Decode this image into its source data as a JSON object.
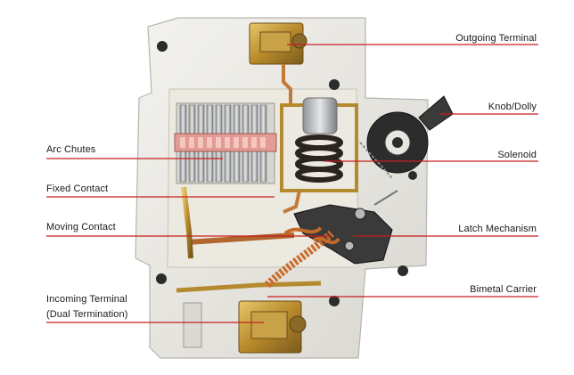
{
  "diagram": {
    "subject": "miniature circuit breaker cutaway",
    "accent_line_color": "#c81e1e",
    "labels": {
      "outgoing_terminal": "Outgoing Terminal",
      "knob_dolly": "Knob/Dolly",
      "arc_chutes": "Arc Chutes",
      "solenoid": "Solenoid",
      "fixed_contact": "Fixed Contact",
      "moving_contact": "Moving Contact",
      "latch_mechanism": "Latch Mechanism",
      "incoming_terminal_line1": "Incoming Terminal",
      "incoming_terminal_line2": "(Dual Termination)",
      "bimetal_carrier": "Bimetal Carrier"
    }
  }
}
